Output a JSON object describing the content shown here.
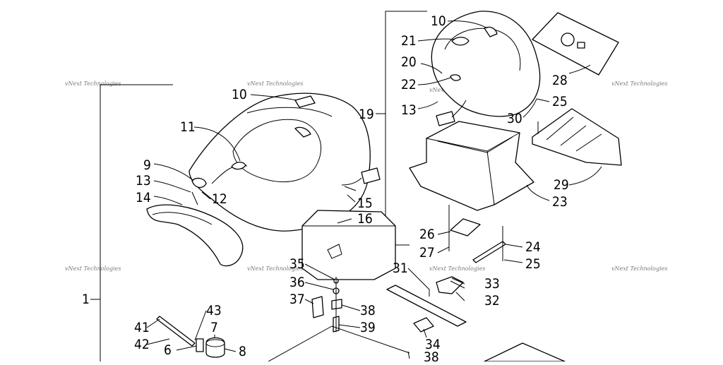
{
  "diagram": {
    "callouts": {
      "c1": "1",
      "c6": "6",
      "c7": "7",
      "c8": "8",
      "c9": "9",
      "c10a": "10",
      "c10b": "10",
      "c11": "11",
      "c12": "12",
      "c13a": "13",
      "c13b": "13",
      "c14": "14",
      "c15": "15",
      "c16": "16",
      "c19": "19",
      "c20": "20",
      "c21": "21",
      "c22": "22",
      "c23": "23",
      "c24": "24",
      "c25a": "25",
      "c25b": "25",
      "c26": "26",
      "c27": "27",
      "c28": "28",
      "c29": "29",
      "c30": "30",
      "c31": "31",
      "c32": "32",
      "c33": "33",
      "c34": "34",
      "c35": "35",
      "c36": "36",
      "c37": "37",
      "c38a": "38",
      "c38b": "38",
      "c39": "39",
      "c41": "41",
      "c42": "42",
      "c43": "43"
    },
    "watermark": "vNext Technologies"
  }
}
